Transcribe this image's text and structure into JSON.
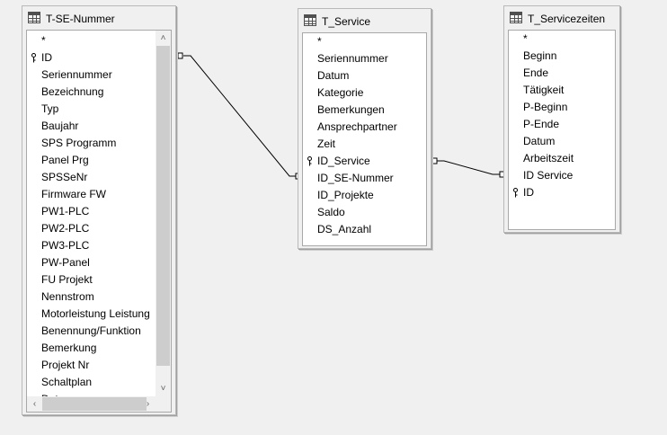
{
  "tables": [
    {
      "title": "T-SE-Nummer",
      "fields": [
        "*",
        "ID",
        "Seriennummer",
        "Bezeichnung",
        "Typ",
        "Baujahr",
        "SPS Programm",
        "Panel Prg",
        "SPSSeNr",
        "Firmware FW",
        "PW1-PLC",
        "PW2-PLC",
        "PW3-PLC",
        "PW-Panel",
        "FU Projekt",
        "Nennstrom",
        "Motorleistung Leistung",
        "Benennung/Funktion",
        "Bemerkung",
        "Projekt Nr",
        "Schaltplan",
        "Datum..."
      ],
      "key_field": "ID"
    },
    {
      "title": "T_Service",
      "fields": [
        "*",
        "Seriennummer",
        "Datum",
        "Kategorie",
        "Bemerkungen",
        "Ansprechpartner",
        "Zeit",
        "ID_Service",
        "ID_SE-Nummer",
        "ID_Projekte",
        "Saldo",
        "DS_Anzahl"
      ],
      "key_field": "ID_Service"
    },
    {
      "title": "T_Servicezeiten",
      "fields": [
        "*",
        "Beginn",
        "Ende",
        "Tätigkeit",
        "P-Beginn",
        "P-Ende",
        "Datum",
        "Arbeitszeit",
        "ID Service",
        "ID"
      ],
      "key_field": "ID"
    }
  ],
  "icons": {
    "table": "table-grid-icon",
    "primary_key": "key-icon",
    "scroll_up": "chevron-up-icon",
    "scroll_down": "chevron-down-icon",
    "scroll_left": "chevron-left-icon",
    "scroll_right": "chevron-right-icon"
  },
  "colors": {
    "window_bg": "#f0f0f0",
    "field_bg": "#ffffff",
    "relation_line": "#000000"
  }
}
